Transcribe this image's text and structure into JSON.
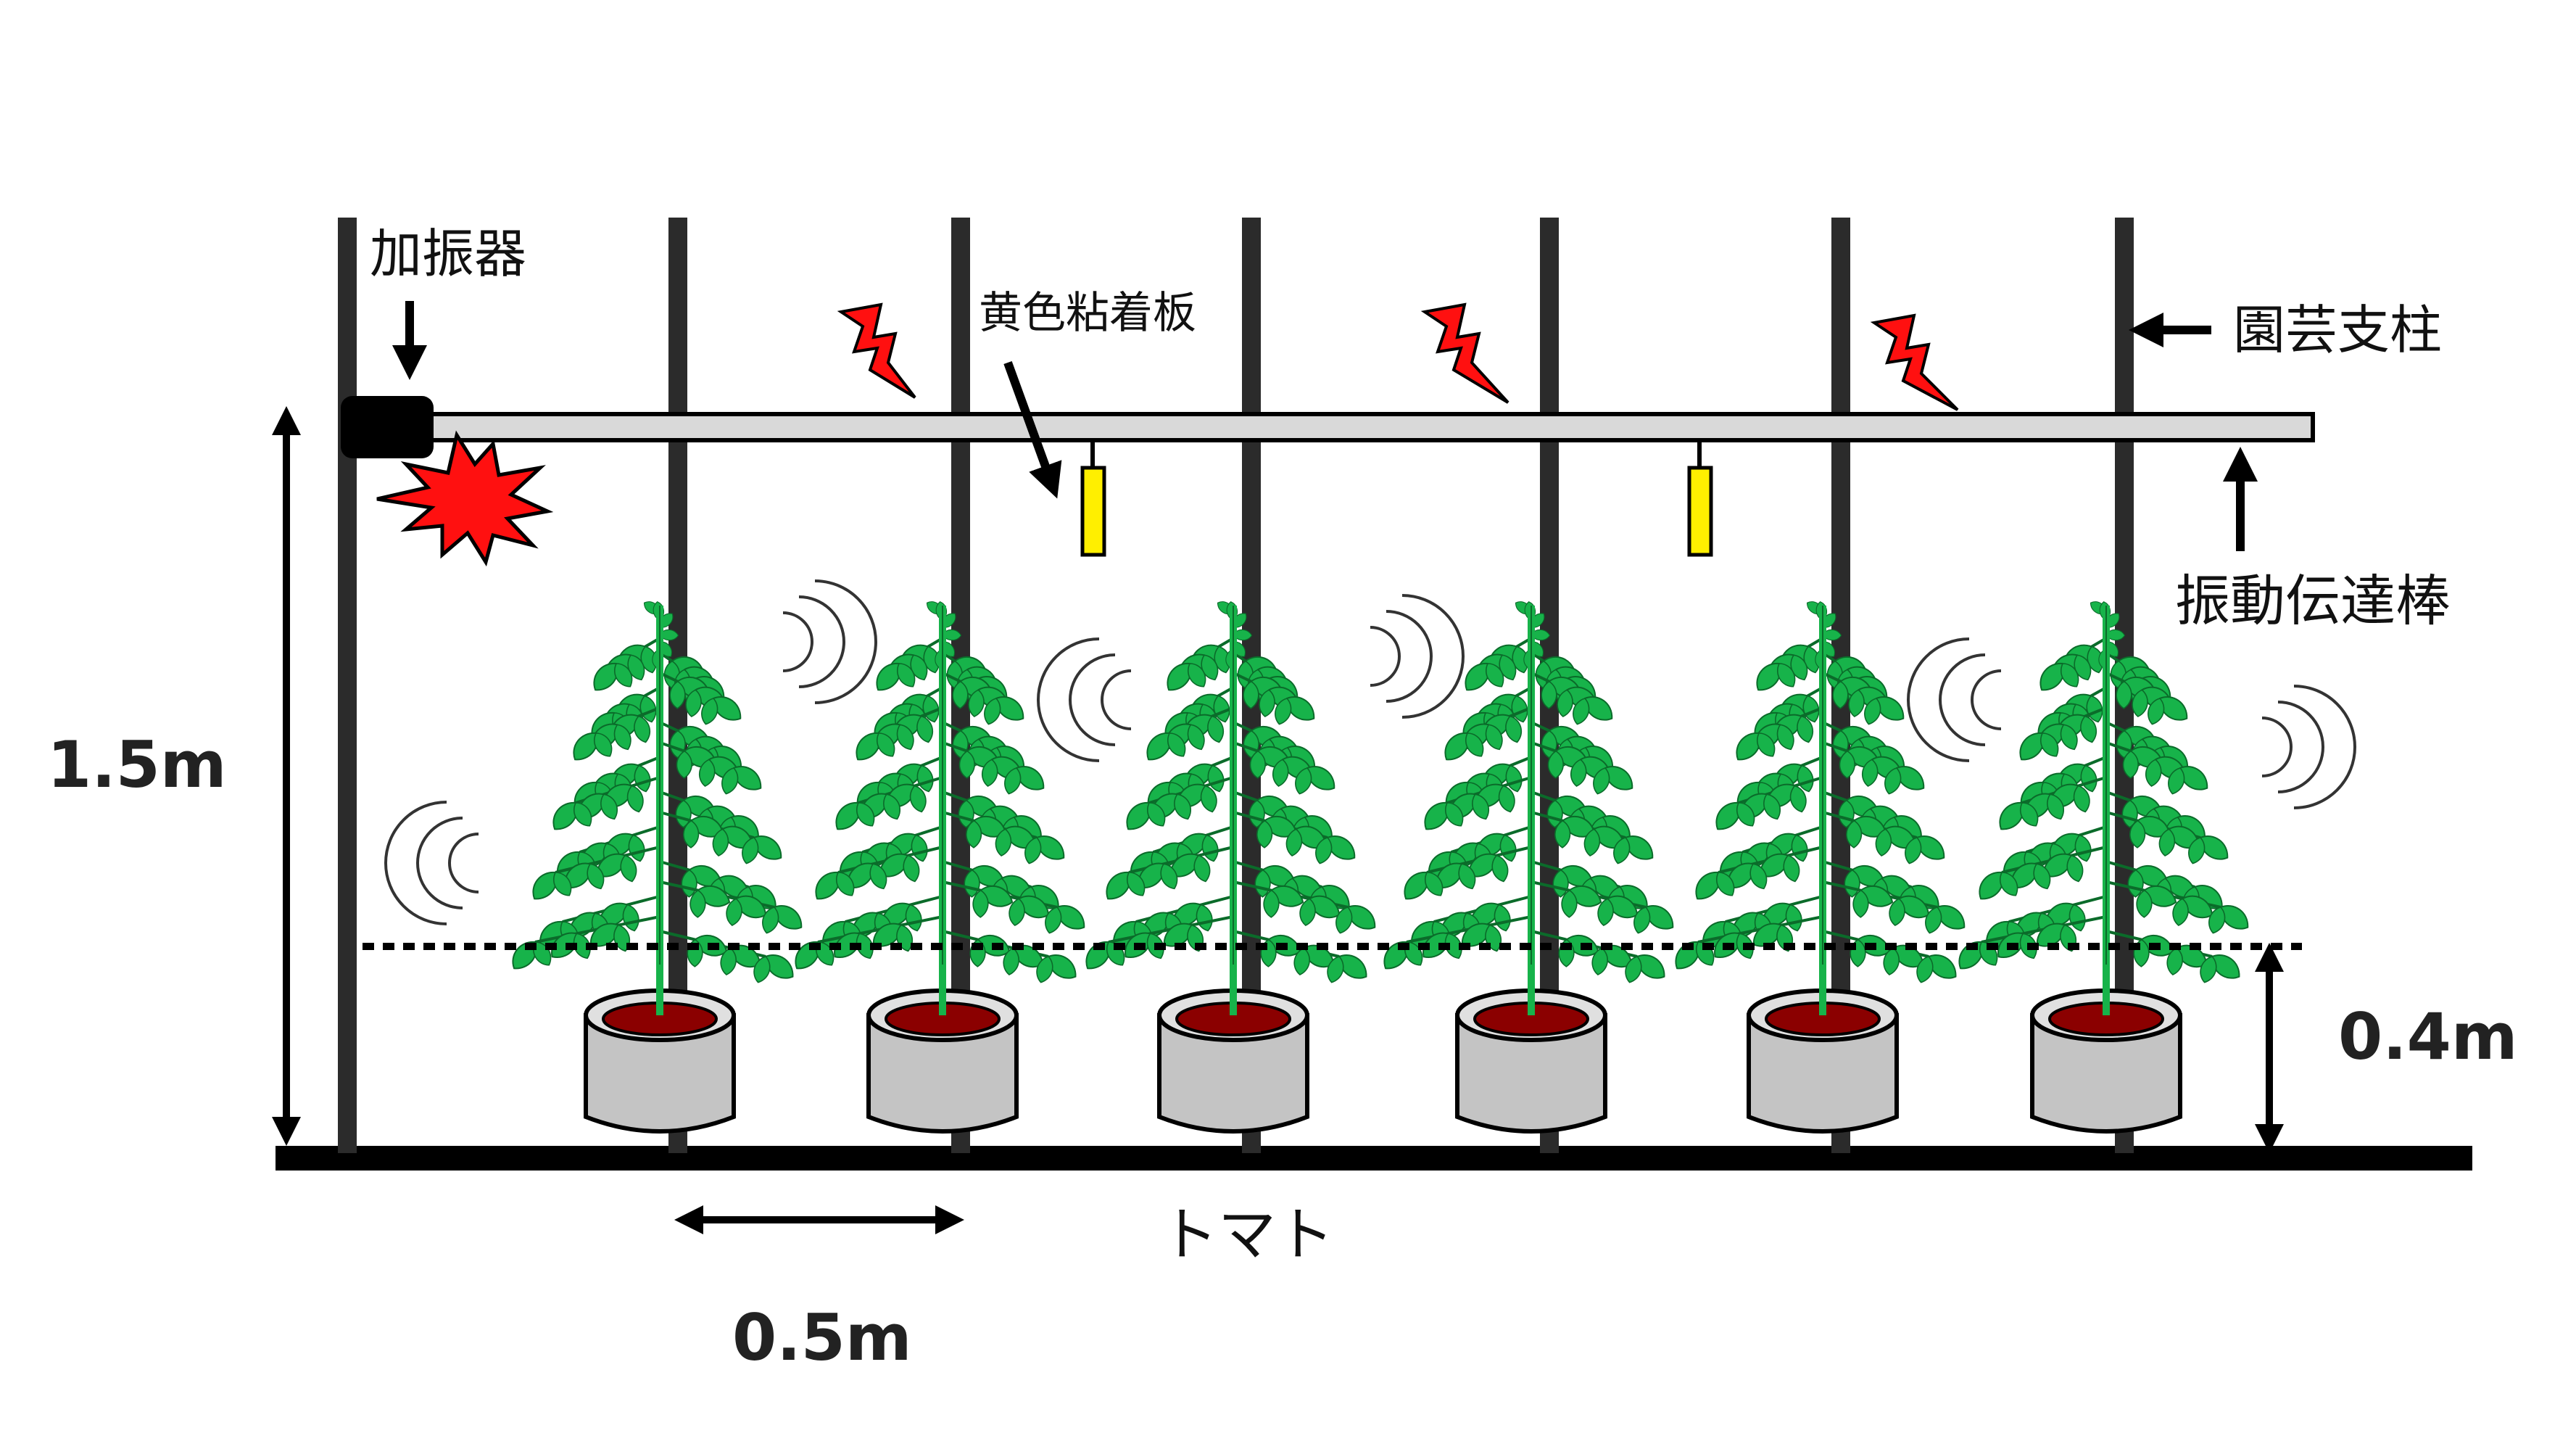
{
  "labels": {
    "shaker": "加振器",
    "sticky_trap": "黄色粘着板",
    "garden_post": "園芸支柱",
    "vibration_rod": "振動伝達棒",
    "tomato": "トマト",
    "height_total": "1.5m",
    "height_pot": "0.4m",
    "spacing": "0.5m"
  },
  "plants": {
    "count": 6
  },
  "colors": {
    "post": "#2b2b2b",
    "rod_fill": "#d9d9d9",
    "leaf": "#17b34a",
    "soil": "#8b0000",
    "pot": "#c4c4c4",
    "trap": "#ffef00",
    "burst": "#ff1010",
    "ground": "#000000"
  },
  "icons": {
    "vibration_lightning": "lightning-icon",
    "vibration_waves": "sound-wave-icon",
    "shaker_burst": "burst-icon"
  }
}
